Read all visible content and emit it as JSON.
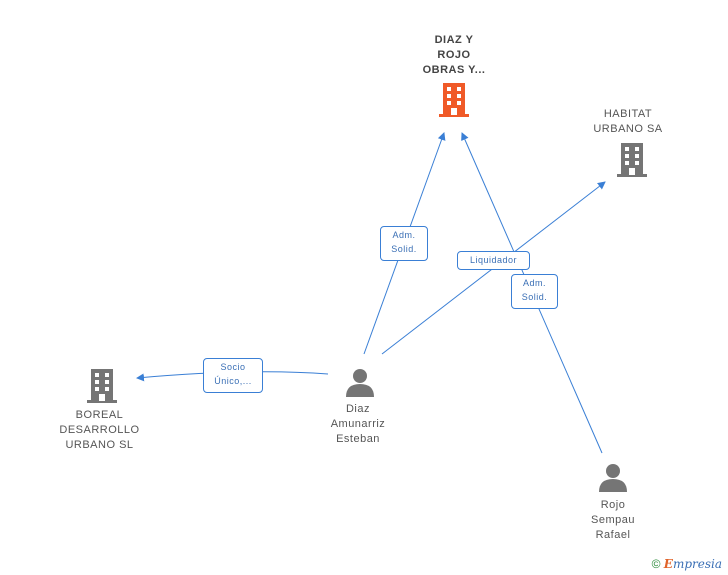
{
  "colors": {
    "edge": "#3a7fd5",
    "company_main": "#f05a28",
    "company": "#757575",
    "person": "#757575"
  },
  "nodes": {
    "diaz_rojo": {
      "label": "DIAZ Y\nROJO\nOBRAS Y...",
      "icon": "building-icon"
    },
    "habitat": {
      "label": "HABITAT\nURBANO SA",
      "icon": "building-icon"
    },
    "boreal": {
      "label": "BOREAL\nDESARROLLO\nURBANO SL",
      "icon": "building-icon"
    },
    "diaz_person": {
      "label": "Diaz\nAmunarriz\nEsteban",
      "icon": "person-icon"
    },
    "rojo_person": {
      "label": "Rojo\nSempau\nRafael",
      "icon": "person-icon"
    }
  },
  "edges": {
    "diaz_to_diazrojo": "Adm.\nSolid.",
    "diaz_to_habitat": "Liquidador",
    "rojo_to_diazrojo": "Adm.\nSolid.",
    "diaz_to_boreal": "Socio\nÚnico,..."
  },
  "footer": {
    "copyright": "©",
    "brand_first": "E",
    "brand_rest": "mpresia"
  }
}
